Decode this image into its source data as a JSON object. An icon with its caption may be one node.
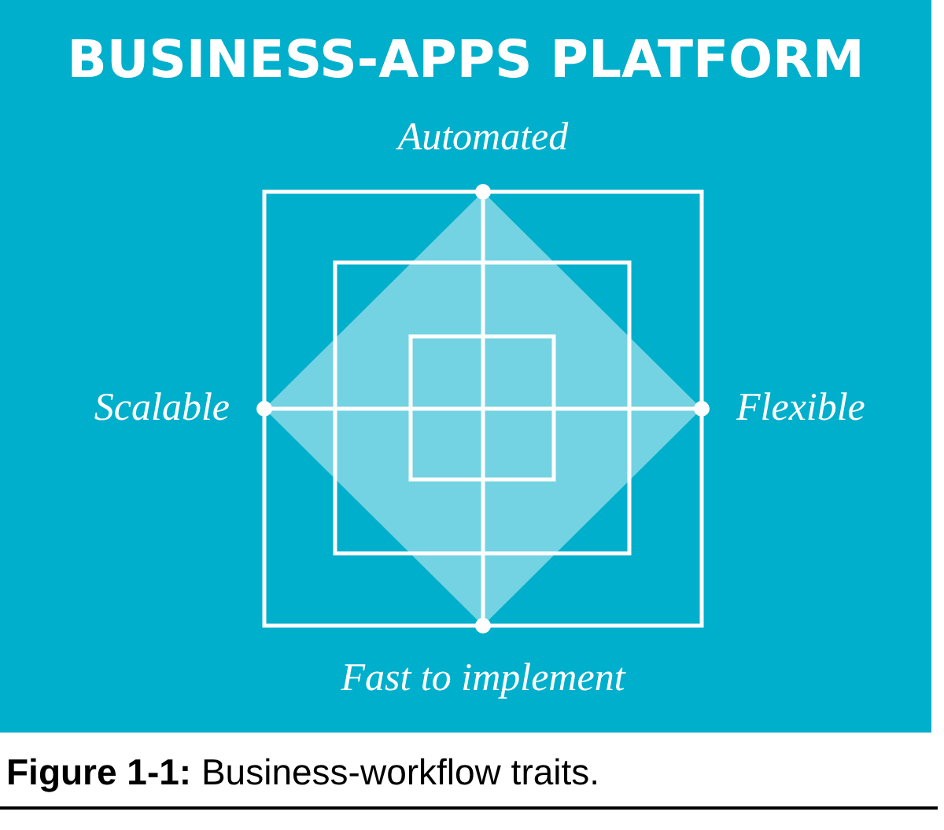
{
  "diagram": {
    "title": "BUSINESS-APPS PLATFORM",
    "caption": "**Figure 1-1:** Business-workflow traits.",
    "labels": [
      "Automated",
      "Scalable",
      "Flexible",
      "Fast to implement"
    ]
  }
}
